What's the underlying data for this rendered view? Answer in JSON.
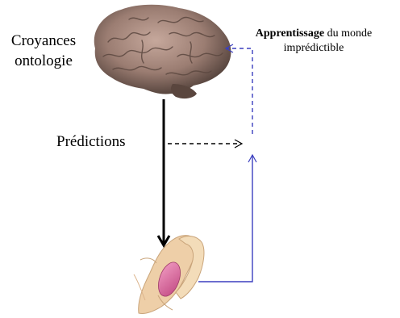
{
  "labels": {
    "beliefs_line1": "Croyances",
    "beliefs_line2": "ontologie",
    "learning_bold": "Apprentissage",
    "learning_rest": " du monde",
    "learning_line2": "imprédictible",
    "predictions": "Prédictions"
  },
  "colors": {
    "prediction_arrow": "#000000",
    "feedback_arrow": "#3b3fbf",
    "brain": "#9b7d72",
    "muscle": "#d9669a",
    "bone": "#eecfa8"
  },
  "icons": {
    "brain": "brain-icon",
    "arm": "arm-muscle-icon"
  }
}
